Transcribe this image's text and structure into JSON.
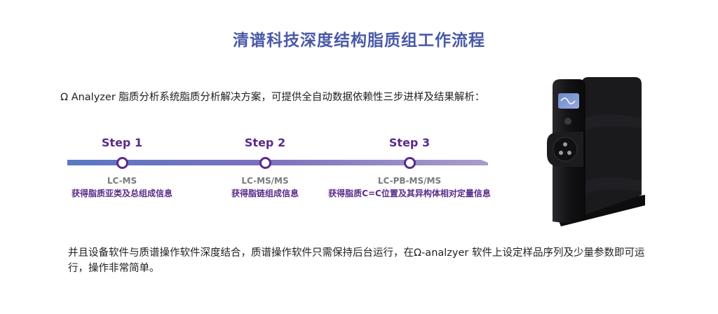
{
  "title": "清谱科技深度结构脂质组工作流程",
  "intro": "Ω Analyzer 脂质分析系统脂质分析解决方案，可提供全自动数据依赖性三步进样及结果解析：",
  "steps": [
    {
      "label": "Step 1",
      "method": "LC-MS",
      "desc": "获得脂质亚类及总组成信息"
    },
    {
      "label": "Step 2",
      "method": "LC-MS/MS",
      "desc": "获得脂链组成信息"
    },
    {
      "label": "Step 3",
      "method": "LC-PB-MS/MS",
      "desc": "获得脂质C=C位置及其异构体相对定量信息"
    }
  ],
  "outro": "并且设备软件与质谱操作软件深度结合，质谱操作软件只需保持后台运行，在Ω-analzyer 软件上设定样品序列及少量参数即可运行，操作非常简单。",
  "colors": {
    "title": "#4a5aa8",
    "accent": "#5a2a8a",
    "bar_start": "#5a78c3",
    "bar_end": "#a89ccb"
  }
}
